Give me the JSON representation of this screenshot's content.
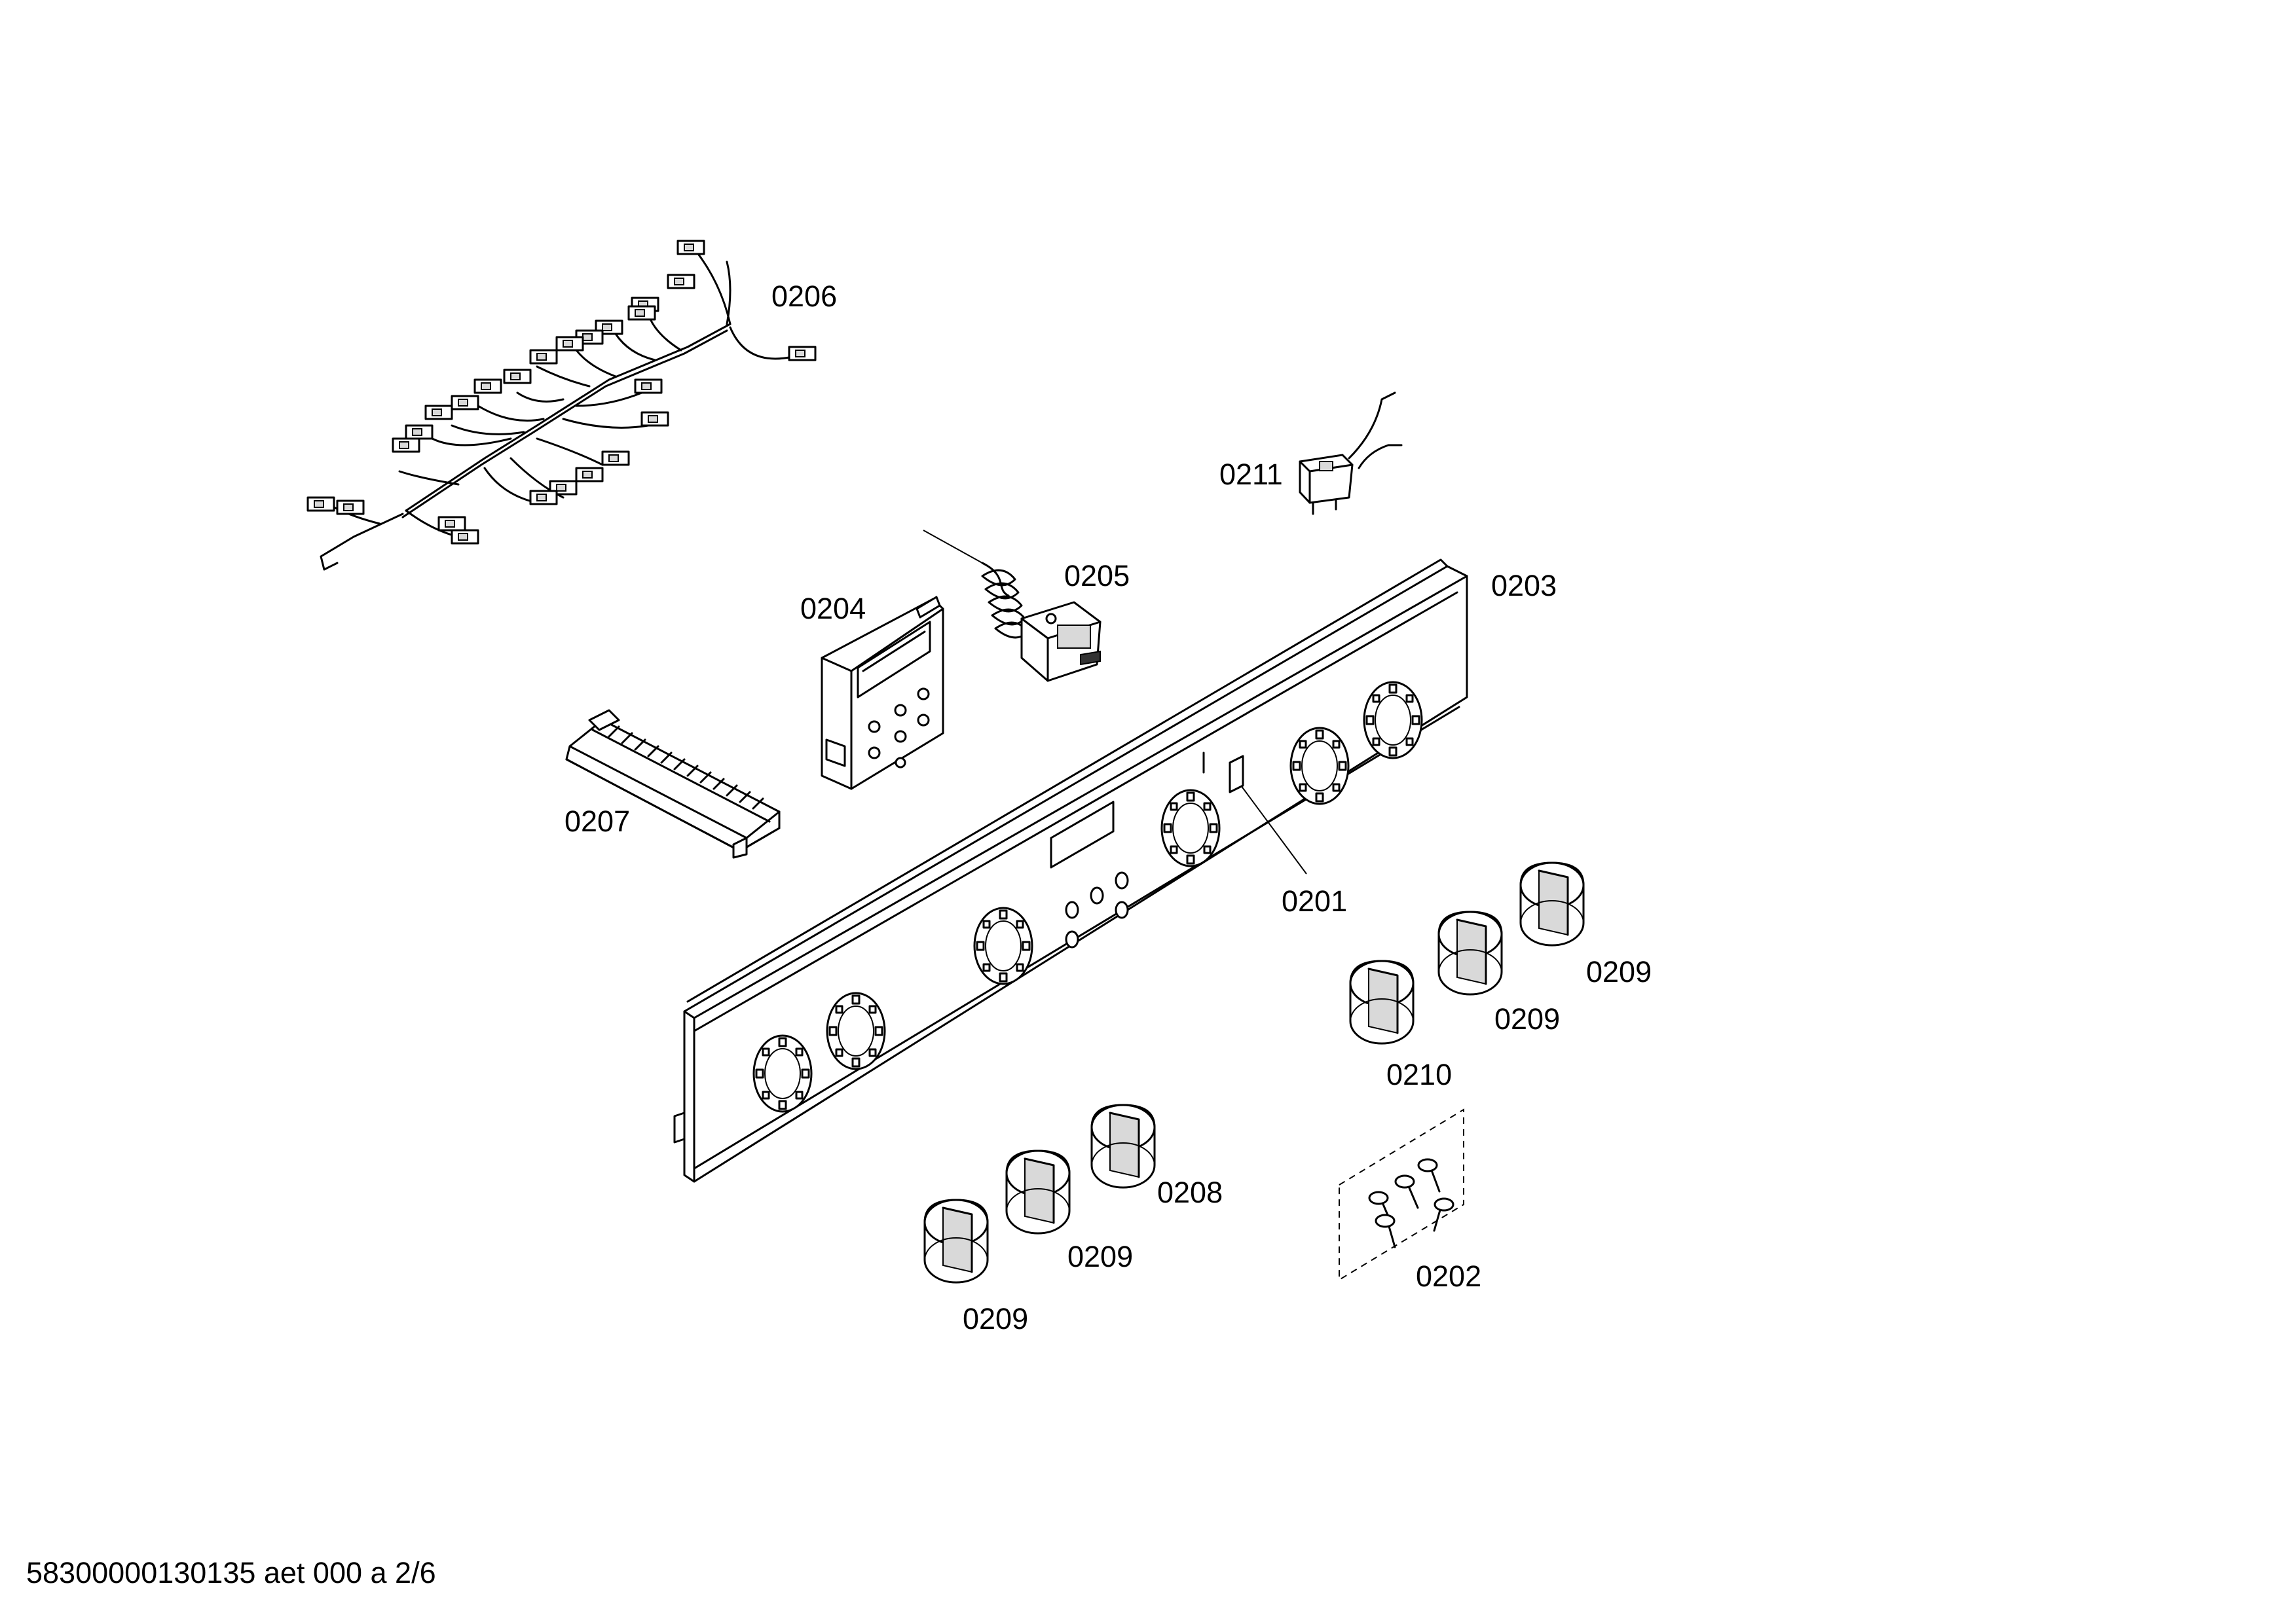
{
  "labels": {
    "p0201": "0201",
    "p0202": "0202",
    "p0203": "0203",
    "p0204": "0204",
    "p0205": "0205",
    "p0206": "0206",
    "p0207": "0207",
    "p0208": "0208",
    "p0209a": "0209",
    "p0209b": "0209",
    "p0209c": "0209",
    "p0209d": "0209",
    "p0210": "0210",
    "p0211": "0211"
  },
  "footer": "58300000130135 aet 000 a 2/6"
}
